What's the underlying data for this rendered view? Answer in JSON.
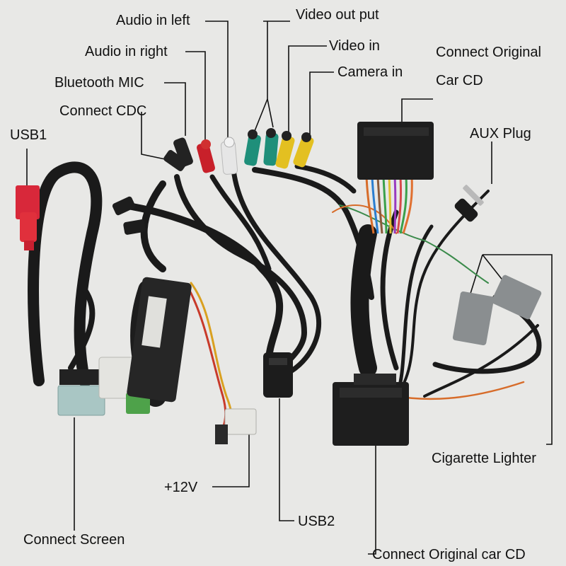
{
  "labels": {
    "audio_in_left": "Audio in left",
    "video_out_put": "Video out put",
    "audio_in_right": "Audio in right",
    "video_in": "Video in",
    "connect_original_car_cd_top_1": "Connect Original",
    "connect_original_car_cd_top_2": "Car CD",
    "bluetooth_mic": "Bluetooth MIC",
    "camera_in": "Camera in",
    "connect_cdc": "Connect CDC",
    "usb1": "USB1",
    "aux_plug": "AUX Plug",
    "cigarette_lighter": "Cigarette Lighter",
    "plus_12v": "+12V",
    "usb2": "USB2",
    "connect_screen": "Connect Screen",
    "connect_original_car_cd_bottom": "Connect Original car CD"
  },
  "colors": {
    "background": "#e8e8e6",
    "cable": "#1a1a1a",
    "usb_red": "#d8283a",
    "rca_red": "#c8202a",
    "rca_white": "#e6e6e6",
    "rca_green": "#1f8f7a",
    "rca_yellow": "#e3c021",
    "connector_light_blue": "#a9c6c4",
    "connector_grey": "#8a8e90",
    "connector_white": "#e4e4e0"
  }
}
